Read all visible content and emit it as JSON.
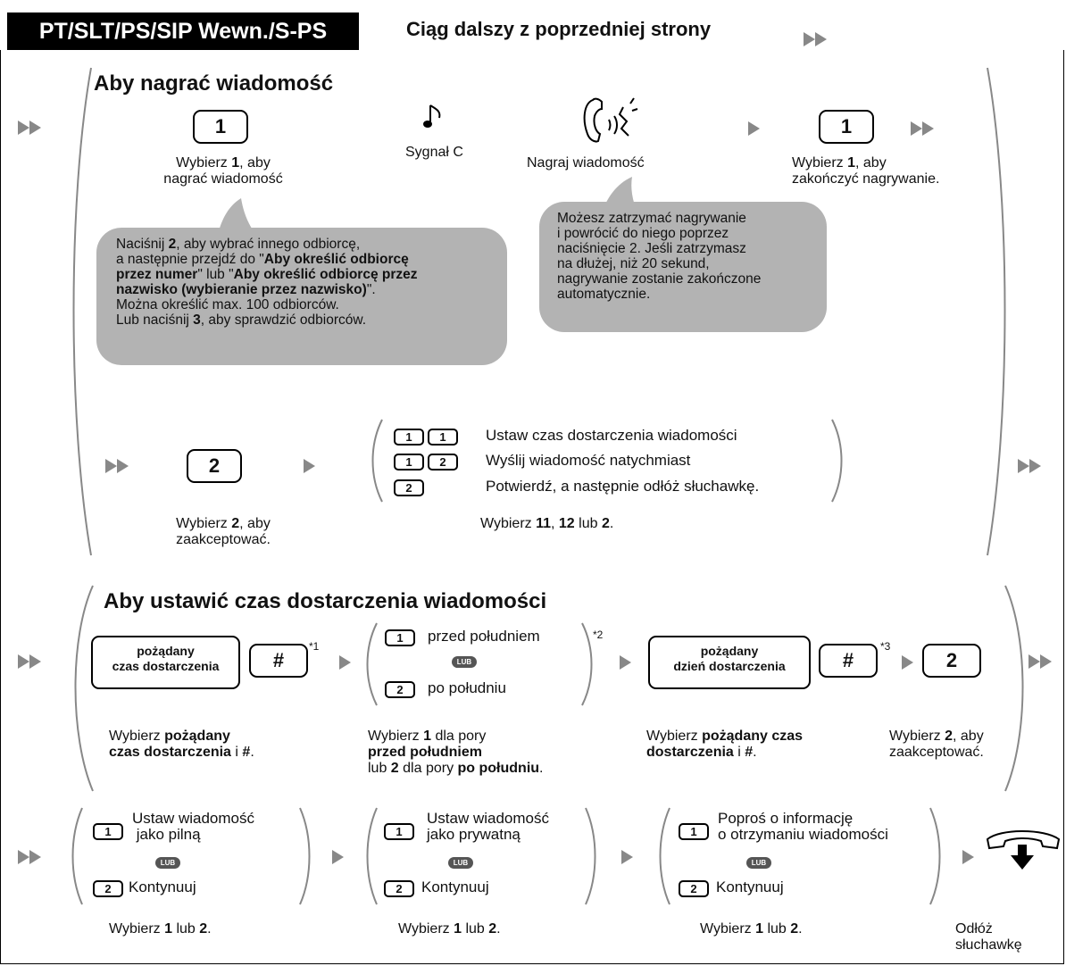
{
  "header": {
    "tab_label": "PT/SLT/PS/SIP Wewn./S-PS",
    "continued": "Ciąg dalszy z poprzedniej strony"
  },
  "record": {
    "title": "Aby nagrać wiadomość",
    "step1": {
      "key": "1",
      "line1_pre": "Wybierz ",
      "line1_b": "1",
      "line1_post": ", aby",
      "line2": "nagrać wiadomość"
    },
    "tone": {
      "label": "Sygnał C"
    },
    "speak": {
      "label": "Nagraj wiadomość"
    },
    "step_end": {
      "key": "1",
      "line1_pre": "Wybierz ",
      "line1_b": "1",
      "line1_post": ", aby",
      "line2": "zakończyć nagrywanie."
    },
    "note_left": {
      "p1": "Naciśnij ",
      "b1": "2",
      "p2": ", aby wybrać innego odbiorcę,",
      "p3": "a następnie przejdź do \"",
      "b2": "Aby określić odbiorcę",
      "b3": "przez numer",
      "p4": "\" lub \"",
      "b4": "Aby określić odbiorcę przez",
      "b5": "nazwisko (wybieranie przez nazwisko)",
      "p5": "\".",
      "p6": "Można określić max. 100 odbiorców.",
      "p7": " Lub naciśnij ",
      "b6": "3",
      "p8": ", aby sprawdzić odbiorców."
    },
    "note_right": {
      "l1": "Możesz zatrzymać nagrywanie",
      "l2": "i powrócić do niego poprzez",
      "l3": "naciśnięcie 2. Jeśli zatrzymasz",
      "l4": "na dłużej, niż 20 sekund,",
      "l5": "nagrywanie zostanie zakończone",
      "l6": "automatycznie."
    },
    "accept": {
      "key": "2",
      "line1_pre": "Wybierz ",
      "line1_b": "2",
      "line1_post": ", aby",
      "line2": "zaakceptować."
    },
    "options": [
      {
        "keys": [
          "1",
          "1"
        ],
        "label": "Ustaw czas dostarczenia wiadomości"
      },
      {
        "keys": [
          "1",
          "2"
        ],
        "label": "Wyślij wiadomość natychmiast"
      },
      {
        "keys": [
          "2"
        ],
        "label": "Potwierdź, a następnie odłóż słuchawkę."
      }
    ],
    "options_caption": {
      "p1": "Wybierz ",
      "b1": "11",
      "p2": ", ",
      "b2": "12",
      "p3": " lub ",
      "b3": "2",
      "p4": "."
    }
  },
  "delivery": {
    "title": "Aby ustawić czas dostarczenia wiadomości",
    "time_key": {
      "line1": "pożądany",
      "line2": "czas dostarczenia"
    },
    "hash": "#",
    "note1": "*1",
    "ampm": {
      "am_key": "1",
      "am_label": "przed południem",
      "or": "LUB",
      "pm_key": "2",
      "pm_label": "po południu",
      "note": "*2"
    },
    "day_key": {
      "line1": "pożądany",
      "line2": "dzień dostarczenia"
    },
    "note3": "*3",
    "accept_key": "2",
    "cap1": {
      "p1": "Wybierz ",
      "b1": "pożądany",
      "b2": "czas dostarczenia",
      "p2": " i ",
      "b3": "#",
      "p3": "."
    },
    "cap2": {
      "p1": "Wybierz ",
      "b1": "1",
      "p2": " dla pory",
      "b2": "przed południem",
      "p3": "lub ",
      "b3": "2",
      "p4": " dla pory ",
      "b4": "po południu",
      "p5": "."
    },
    "cap3": {
      "p1": "Wybierz ",
      "b1": "pożądany czas",
      "b2": "dostarczenia",
      "p2": " i ",
      "b3": "#",
      "p3": "."
    },
    "cap4": {
      "p1": "Wybierz ",
      "b1": "2",
      "p2": ", aby",
      "l2": "zaakceptować."
    }
  },
  "options_row": {
    "urgent": {
      "key1": "1",
      "label1a": "Ustaw wiadomość",
      "label1b": "jako pilną",
      "or": "LUB",
      "key2": "2",
      "label2": "Kontynuuj"
    },
    "private": {
      "key1": "1",
      "label1a": "Ustaw wiadomość",
      "label1b": "jako prywatną",
      "or": "LUB",
      "key2": "2",
      "label2": "Kontynuuj"
    },
    "receipt": {
      "key1": "1",
      "label1a": "Poproś o informację",
      "label1b": "o otrzymaniu wiadomości",
      "or": "LUB",
      "key2": "2",
      "label2": "Kontynuuj"
    },
    "caption": {
      "p1": "Wybierz ",
      "b1": "1",
      "p2": " lub ",
      "b2": "2",
      "p3": "."
    },
    "hangup": {
      "line1": "Odłóż",
      "line2": "słuchawkę"
    }
  }
}
